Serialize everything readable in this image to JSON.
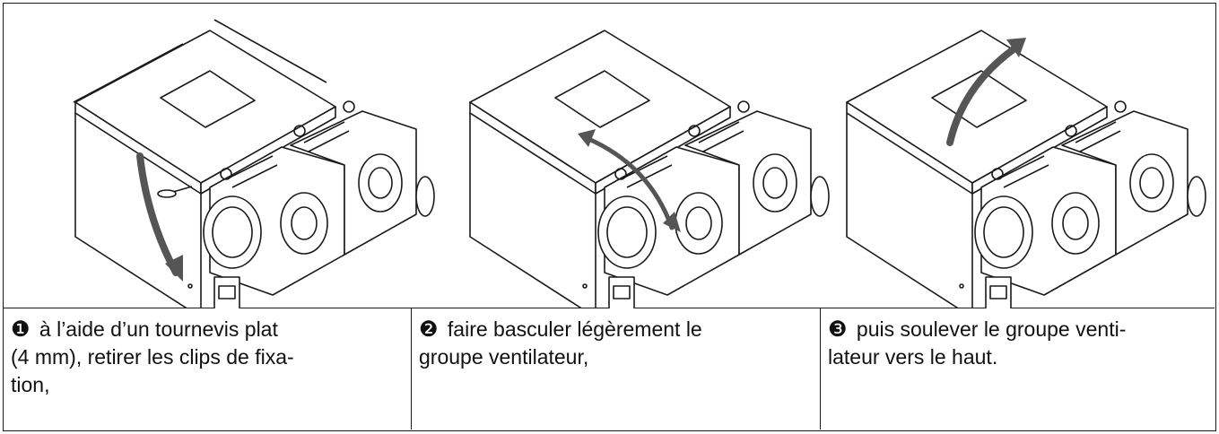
{
  "steps": [
    {
      "number": "❶",
      "text": "à l’aide d’un tournevis plat (4 mm), retirer les clips de fixa-tion,",
      "lines": [
        "à l’aide d’un tournevis plat",
        "(4 mm), retirer les clips de fixa-",
        "tion,"
      ]
    },
    {
      "number": "❷",
      "text": "faire basculer légèrement le groupe ventilateur,",
      "lines": [
        "faire basculer légèrement le",
        "groupe ventilateur,"
      ]
    },
    {
      "number": "❸",
      "text": "puis soulever le groupe venti-lateur vers le haut.",
      "lines": [
        "puis soulever le groupe venti-",
        "lateur vers le haut."
      ]
    }
  ],
  "illustrations": [
    {
      "description_icon": "screwdriver-icon",
      "arrow": "down-curved-arrow-icon"
    },
    {
      "description_icon": "double-arrow-icon",
      "arrow": "double-curved-arrow-icon"
    },
    {
      "description_icon": "lift-arrow-icon",
      "arrow": "up-curved-arrow-icon"
    }
  ],
  "colors": {
    "line": "#1a1a1a",
    "arrow": "#555555",
    "background": "#ffffff"
  }
}
